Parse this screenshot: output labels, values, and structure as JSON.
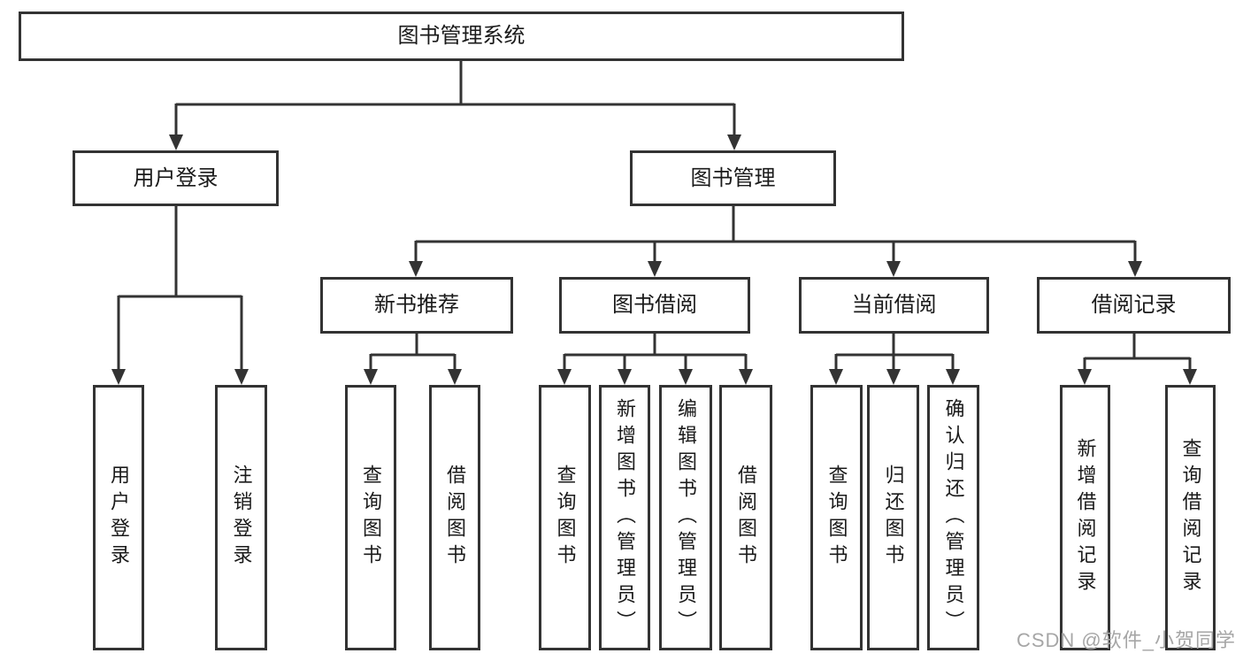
{
  "colors": {
    "line": "#333333",
    "text": "#1a1a1a",
    "background": "#ffffff",
    "watermark": "#a6a6a6"
  },
  "watermark": {
    "text": "CSDN @软件_小贺同学"
  },
  "tree": {
    "root": {
      "label": "图书管理系统",
      "children": [
        {
          "label": "用户登录",
          "children": [
            {
              "label": "用户登录"
            },
            {
              "label": "注销登录"
            }
          ]
        },
        {
          "label": "图书管理",
          "children": [
            {
              "label": "新书推荐",
              "children": [
                {
                  "label": "查询图书"
                },
                {
                  "label": "借阅图书"
                }
              ]
            },
            {
              "label": "图书借阅",
              "children": [
                {
                  "label": "查询图书"
                },
                {
                  "label": "新增图书（管理员）"
                },
                {
                  "label": "编辑图书（管理员）"
                },
                {
                  "label": "借阅图书"
                }
              ]
            },
            {
              "label": "当前借阅",
              "children": [
                {
                  "label": "查询图书"
                },
                {
                  "label": "归还图书"
                },
                {
                  "label": "确认归还（管理员）"
                }
              ]
            },
            {
              "label": "借阅记录",
              "children": [
                {
                  "label": "新增借阅记录"
                },
                {
                  "label": "查询借阅记录"
                }
              ]
            }
          ]
        }
      ]
    }
  }
}
